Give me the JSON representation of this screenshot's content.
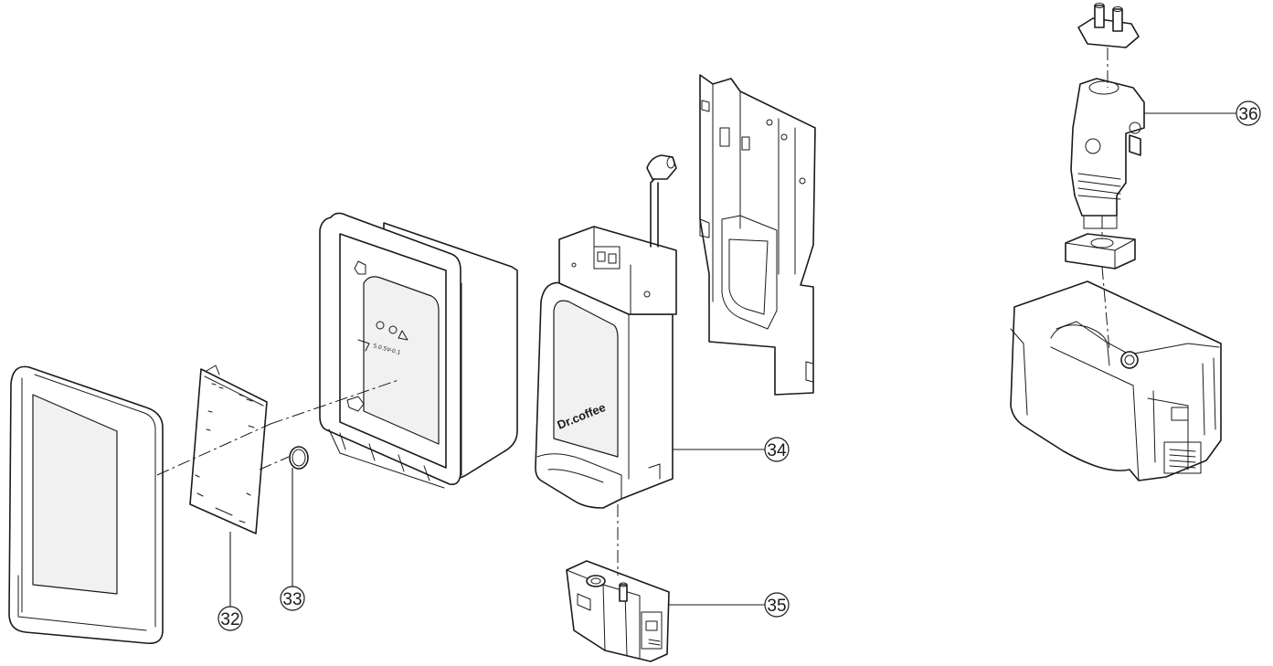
{
  "diagram": {
    "callouts": [
      {
        "id": "32",
        "label": "32"
      },
      {
        "id": "33",
        "label": "33"
      },
      {
        "id": "34",
        "label": "34"
      },
      {
        "id": "35",
        "label": "35"
      },
      {
        "id": "36",
        "label": "36"
      }
    ],
    "brand_text": "Dr.coffee",
    "symbol_text": "5.0.5V-0.1"
  }
}
